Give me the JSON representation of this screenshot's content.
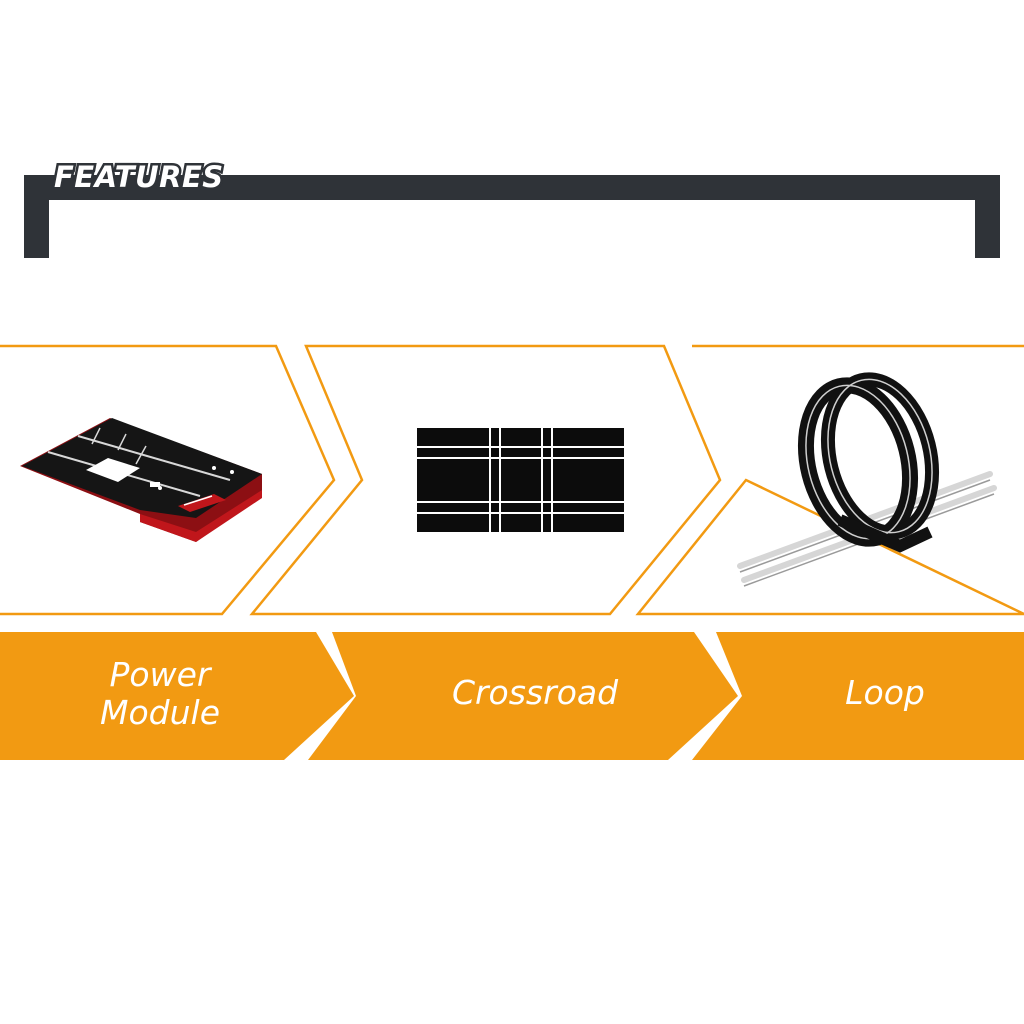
{
  "header": {
    "title": "FEATURES",
    "bracket_color": "#2f3338"
  },
  "features": [
    {
      "name_line1": "Power",
      "name_line2": "Module",
      "icon": "power-module-track-piece"
    },
    {
      "name": "Crossroad",
      "icon": "crossroad-track-piece"
    },
    {
      "name": "Loop",
      "icon": "loop-track-piece"
    }
  ],
  "colors": {
    "accent": "#f29a12",
    "dark": "#2f3338",
    "track": "#0c0c0c",
    "module_red": "#c0161b"
  }
}
